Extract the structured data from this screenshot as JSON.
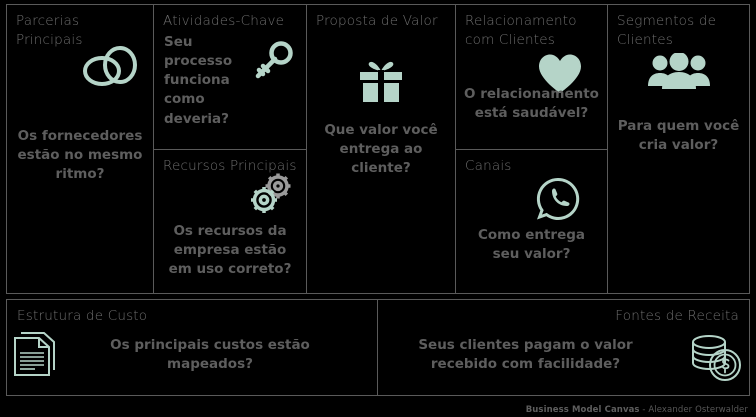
{
  "canvas": {
    "title": "Business Model Canvas",
    "colors": {
      "background": "#000000",
      "border": "#5a5a5a",
      "title_text": "#6e6e6e",
      "question_text": "#5e5e5e",
      "icon_mint": "#b5d4c8",
      "icon_gray": "#9a9a9a"
    }
  },
  "blocks": {
    "key_partners": {
      "title": "Parcerias Principais",
      "question": "Os fornecedores estão no mesmo ritmo?",
      "icon": "rings-icon"
    },
    "key_activities": {
      "title": "Atividades-Chave",
      "question": "Seu processo funciona como deveria?",
      "icon": "key-icon"
    },
    "key_resources": {
      "title": "Recursos Principais",
      "question": "Os recursos da empresa estão em uso correto?",
      "icon": "gears-icon"
    },
    "value_proposition": {
      "title": "Proposta de Valor",
      "question": "Que valor você entrega ao cliente?",
      "icon": "gift-icon"
    },
    "customer_relationships": {
      "title": "Relacionamento com Clientes",
      "question": "O relacionamento está saudável?",
      "icon": "heart-icon"
    },
    "channels": {
      "title": "Canais",
      "question": "Como entrega seu valor?",
      "icon": "whatsapp-icon"
    },
    "customer_segments": {
      "title": "Segmentos de Clientes",
      "question": "Para quem você cria valor?",
      "icon": "people-icon"
    },
    "cost_structure": {
      "title": "Estrutura de Custo",
      "question": "Os principais custos estão mapeados?",
      "icon": "document-icon"
    },
    "revenue_streams": {
      "title": "Fontes de Receita",
      "question": "Seus clientes pagam o valor recebido com facilidade?",
      "icon": "coins-icon"
    }
  },
  "footer": {
    "bold_part": "Business Model Canvas",
    "rest_part": " - Alexander Osterwalder"
  }
}
